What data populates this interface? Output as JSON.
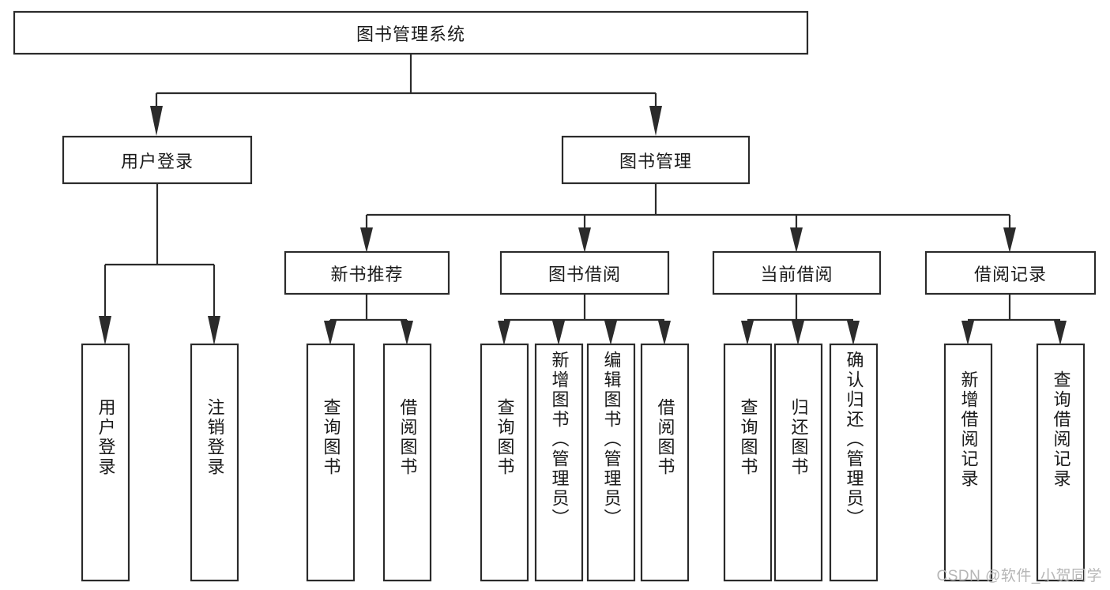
{
  "diagram": {
    "type": "tree-hierarchy",
    "title": "图书管理系统",
    "watermark": "CSDN @软件_小贺同学",
    "colors": {
      "box_stroke": "#2b2b2b",
      "box_fill": "#ffffff",
      "text": "#1a1a1a",
      "background": "#ffffff",
      "watermark": "#b6b6b6"
    },
    "root": {
      "label": "图书管理系统",
      "orientation": "horizontal"
    },
    "level2": [
      {
        "label": "用户登录",
        "orientation": "horizontal"
      },
      {
        "label": "图书管理",
        "orientation": "horizontal"
      }
    ],
    "level3": [
      {
        "label": "新书推荐",
        "orientation": "horizontal"
      },
      {
        "label": "图书借阅",
        "orientation": "horizontal"
      },
      {
        "label": "当前借阅",
        "orientation": "horizontal"
      },
      {
        "label": "借阅记录",
        "orientation": "horizontal"
      }
    ],
    "leaves": {
      "user_login": [
        {
          "label": "用户登录",
          "orientation": "vertical"
        },
        {
          "label": "注销登录",
          "orientation": "vertical"
        }
      ],
      "new_book_recommend": [
        {
          "label": "查询图书",
          "orientation": "vertical"
        },
        {
          "label": "借阅图书",
          "orientation": "vertical"
        }
      ],
      "book_borrow": [
        {
          "label": "查询图书",
          "orientation": "vertical"
        },
        {
          "label": "新增图书（管理员）",
          "orientation": "vertical"
        },
        {
          "label": "编辑图书（管理员）",
          "orientation": "vertical"
        },
        {
          "label": "借阅图书",
          "orientation": "vertical"
        }
      ],
      "current_borrow": [
        {
          "label": "查询图书",
          "orientation": "vertical"
        },
        {
          "label": "归还图书",
          "orientation": "vertical"
        },
        {
          "label": "确认归还（管理员）",
          "orientation": "vertical"
        }
      ],
      "borrow_record": [
        {
          "label": "新增借阅记录",
          "orientation": "vertical"
        },
        {
          "label": "查询借阅记录",
          "orientation": "vertical"
        }
      ]
    }
  }
}
